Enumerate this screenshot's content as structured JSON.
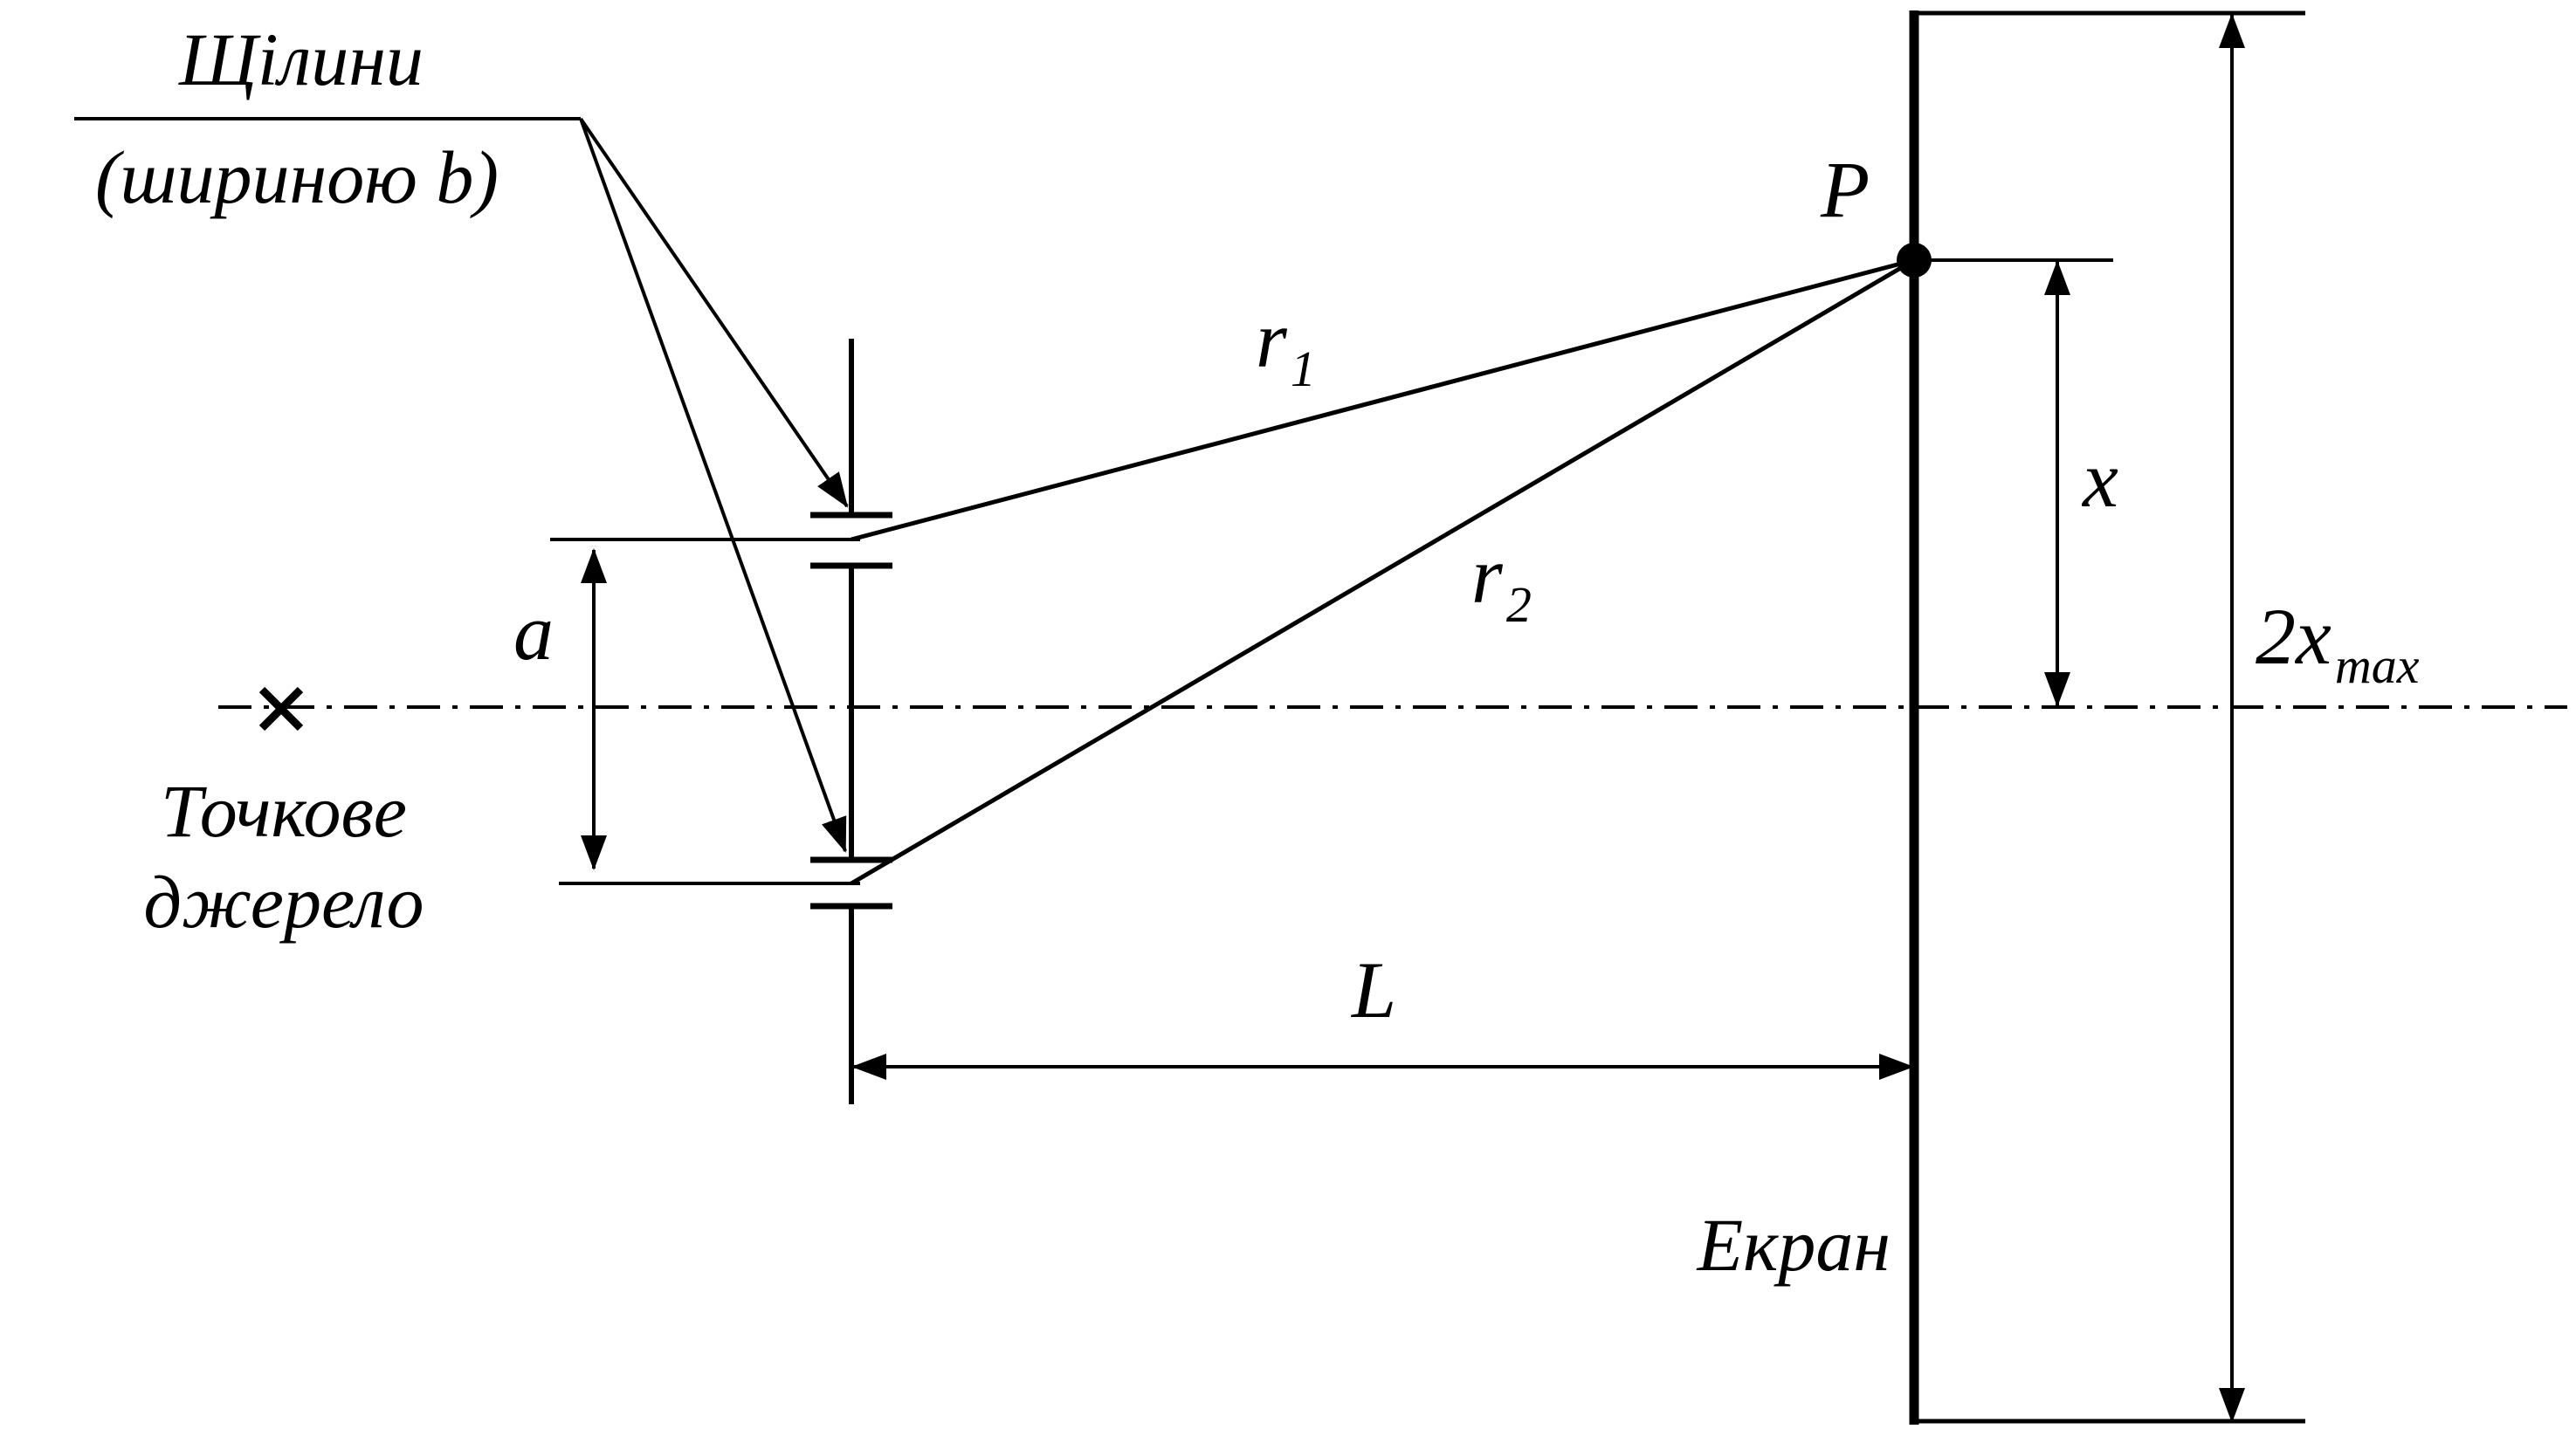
{
  "labels": {
    "slits_line1": "Щілини",
    "slits_line2": "(шириною b)",
    "source_line1": "Точкове",
    "source_line2": "джерело",
    "point_p": "P",
    "r1": "r",
    "r1_sub": "1",
    "r2": "r",
    "r2_sub": "2",
    "a": "a",
    "x": "x",
    "L": "L",
    "two_x_max": "2x",
    "two_x_max_sub": "max",
    "screen": "Екран"
  },
  "colors": {
    "line": "#000000",
    "background": "#ffffff"
  }
}
